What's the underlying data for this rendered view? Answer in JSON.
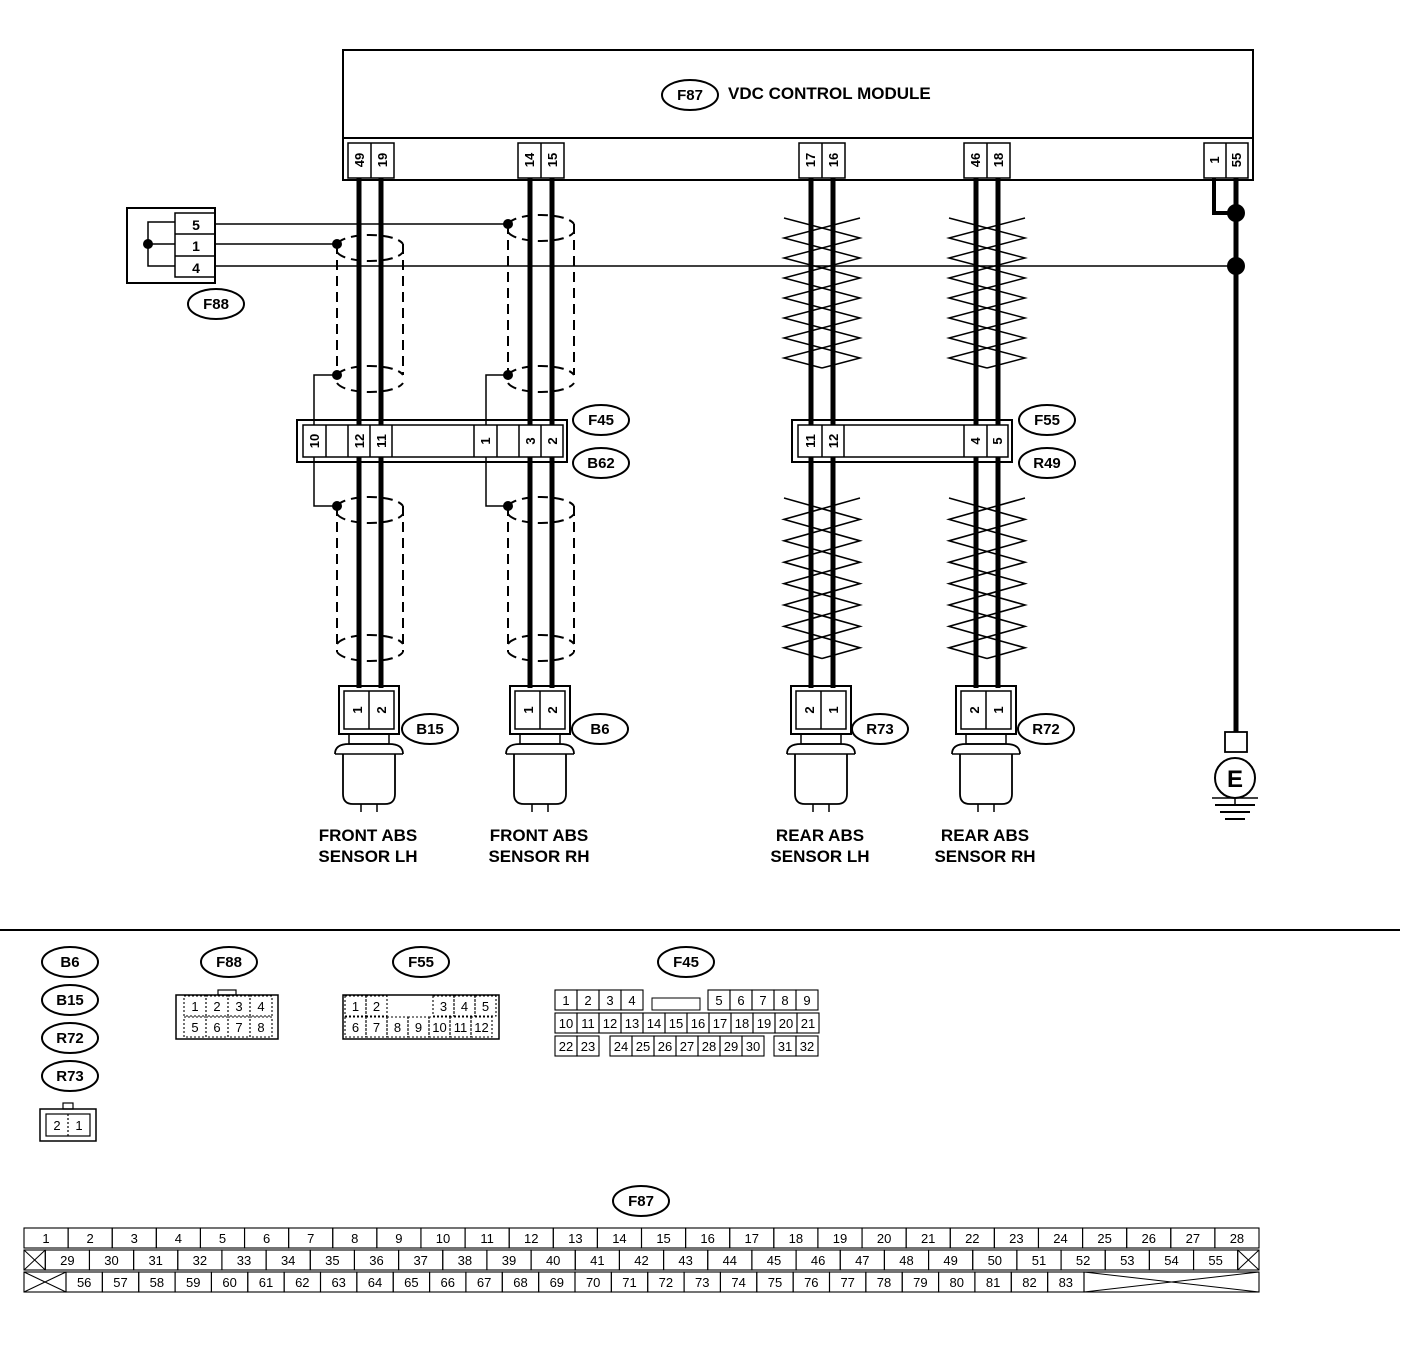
{
  "module": {
    "tag": "F87",
    "title": "VDC CONTROL MODULE"
  },
  "module_pins": [
    "49",
    "19",
    "14",
    "15",
    "17",
    "16",
    "46",
    "18",
    "1",
    "55"
  ],
  "f88": {
    "tag": "F88",
    "pins": [
      "5",
      "1",
      "4"
    ]
  },
  "junctions": {
    "front": {
      "tag_top": "F45",
      "tag_bottom": "B62",
      "pins": [
        "10",
        "12",
        "11",
        "1",
        "3",
        "2"
      ]
    },
    "rear": {
      "tag_top": "F55",
      "tag_bottom": "R49",
      "pins": [
        "11",
        "12",
        "4",
        "5"
      ]
    }
  },
  "sensors": [
    {
      "tag": "B15",
      "pins": [
        "1",
        "2"
      ],
      "line1": "FRONT ABS",
      "line2": "SENSOR LH"
    },
    {
      "tag": "B6",
      "pins": [
        "1",
        "2"
      ],
      "line1": "FRONT ABS",
      "line2": "SENSOR RH"
    },
    {
      "tag": "R73",
      "pins": [
        "2",
        "1"
      ],
      "line1": "REAR ABS",
      "line2": "SENSOR LH"
    },
    {
      "tag": "R72",
      "pins": [
        "2",
        "1"
      ],
      "line1": "REAR ABS",
      "line2": "SENSOR RH"
    }
  ],
  "ground": {
    "label": "E"
  },
  "legend": {
    "sensor_tags": [
      "B6",
      "B15",
      "R72",
      "R73"
    ],
    "sensor_pins": [
      "2",
      "1"
    ],
    "f88": {
      "tag": "F88",
      "row1": [
        "1",
        "2",
        "3",
        "4"
      ],
      "row2": [
        "5",
        "6",
        "7",
        "8"
      ]
    },
    "f55": {
      "tag": "F55",
      "row1": [
        "1",
        "2",
        "3",
        "4",
        "5"
      ],
      "row2": [
        "6",
        "7",
        "8",
        "9",
        "10",
        "11",
        "12"
      ]
    },
    "f45": {
      "tag": "F45",
      "row1": [
        "1",
        "2",
        "3",
        "4",
        "5",
        "6",
        "7",
        "8",
        "9"
      ],
      "row2": [
        "10",
        "11",
        "12",
        "13",
        "14",
        "15",
        "16",
        "17",
        "18",
        "19",
        "20",
        "21"
      ],
      "row3": [
        "22",
        "23",
        "24",
        "25",
        "26",
        "27",
        "28",
        "29",
        "30",
        "31",
        "32"
      ]
    },
    "f87": {
      "tag": "F87",
      "row1": [
        "1",
        "2",
        "3",
        "4",
        "5",
        "6",
        "7",
        "8",
        "9",
        "10",
        "11",
        "12",
        "13",
        "14",
        "15",
        "16",
        "17",
        "18",
        "19",
        "20",
        "21",
        "22",
        "23",
        "24",
        "25",
        "26",
        "27",
        "28"
      ],
      "row2": [
        "29",
        "30",
        "31",
        "32",
        "33",
        "34",
        "35",
        "36",
        "37",
        "38",
        "39",
        "40",
        "41",
        "42",
        "43",
        "44",
        "45",
        "46",
        "47",
        "48",
        "49",
        "50",
        "51",
        "52",
        "53",
        "54",
        "55"
      ],
      "row3": [
        "56",
        "57",
        "58",
        "59",
        "60",
        "61",
        "62",
        "63",
        "64",
        "65",
        "66",
        "67",
        "68",
        "69",
        "70",
        "71",
        "72",
        "73",
        "74",
        "75",
        "76",
        "77",
        "78",
        "79",
        "80",
        "81",
        "82",
        "83"
      ]
    }
  }
}
